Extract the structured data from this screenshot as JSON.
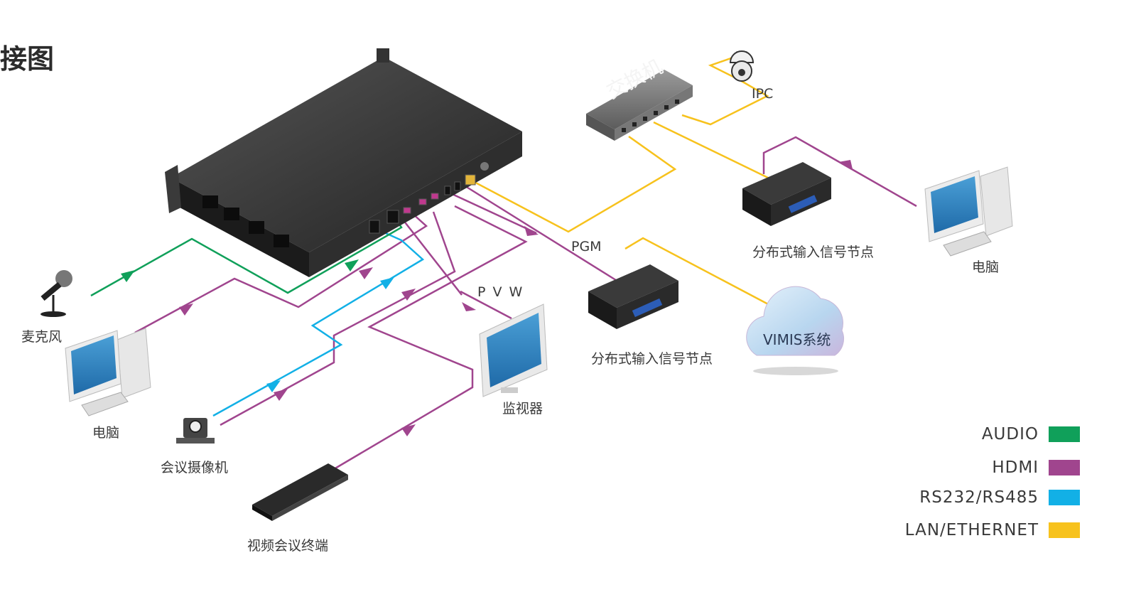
{
  "title": "接图",
  "labels": {
    "microphone": "麦克风",
    "pc_left": "电脑",
    "camera": "会议摄像机",
    "vc_terminal": "视频会议终端",
    "monitor": "监视器",
    "pvw": "P V W",
    "pgm": "PGM",
    "switch": "交换机",
    "ipc": "IPC",
    "node_lower": "分布式输入信号节点",
    "node_upper": "分布式输入信号节点",
    "pc_right": "电脑",
    "vimis": "VIMIS系统"
  },
  "legend": [
    {
      "label": "AUDIO",
      "color": "#10a05a"
    },
    {
      "label": "HDMI",
      "color": "#a0458e"
    },
    {
      "label": "RS232/RS485",
      "color": "#12b0e6"
    },
    {
      "label": "LAN/ETHERNET",
      "color": "#f7c21d"
    }
  ],
  "colors": {
    "audio": "#10a05a",
    "hdmi": "#a0458e",
    "rs": "#12b0e6",
    "lan": "#f7c21d"
  }
}
